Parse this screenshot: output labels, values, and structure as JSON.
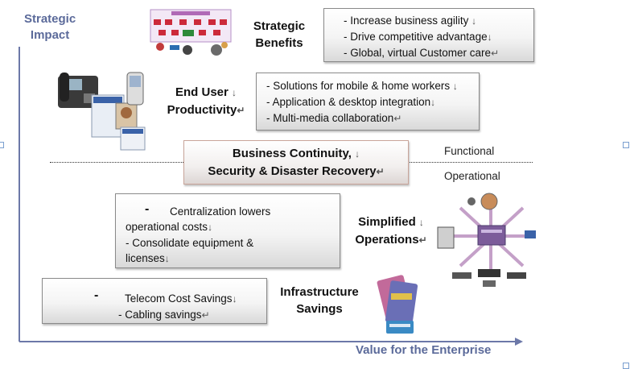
{
  "axes": {
    "y_label_line1": "Strategic",
    "y_label_line2": "Impact",
    "x_label": "Value for the Enterprise",
    "axis_color": "#5b6a9a"
  },
  "zones": {
    "upper": "Functional",
    "lower": "Operational"
  },
  "tiers": {
    "strategic_benefits": {
      "heading_line1": "Strategic",
      "heading_line2": "Benefits",
      "items": [
        "- Increase business agility",
        "- Drive competitive advantage",
        "- Global, virtual Customer care"
      ]
    },
    "end_user_productivity": {
      "heading_line1": "End User",
      "heading_line2": "Productivity",
      "items": [
        "- Solutions for mobile & home workers",
        "- Application & desktop integration",
        "- Multi-media collaboration"
      ]
    },
    "business_continuity": {
      "line1": "Business Continuity,",
      "line2": "Security & Disaster Recovery"
    },
    "simplified_operations": {
      "heading_line1": "Simplified",
      "heading_line2": "Operations",
      "bullet": "-",
      "item1_line1": "Centralization lowers",
      "item1_line2": "operational costs",
      "item2_line1": "- Consolidate equipment &",
      "item2_line2": "licenses"
    },
    "infrastructure_savings": {
      "heading_line1": "Infrastructure",
      "heading_line2": "Savings",
      "bullet": "-",
      "item1": "Telecom Cost Savings",
      "item2": "- Cabling savings"
    }
  },
  "marks": {
    "down_arrow": "↓",
    "return": "↵"
  },
  "icons": [
    "org-chart-icon",
    "desk-phone-icon",
    "network-hub-icon",
    "credit-cards-icon"
  ]
}
